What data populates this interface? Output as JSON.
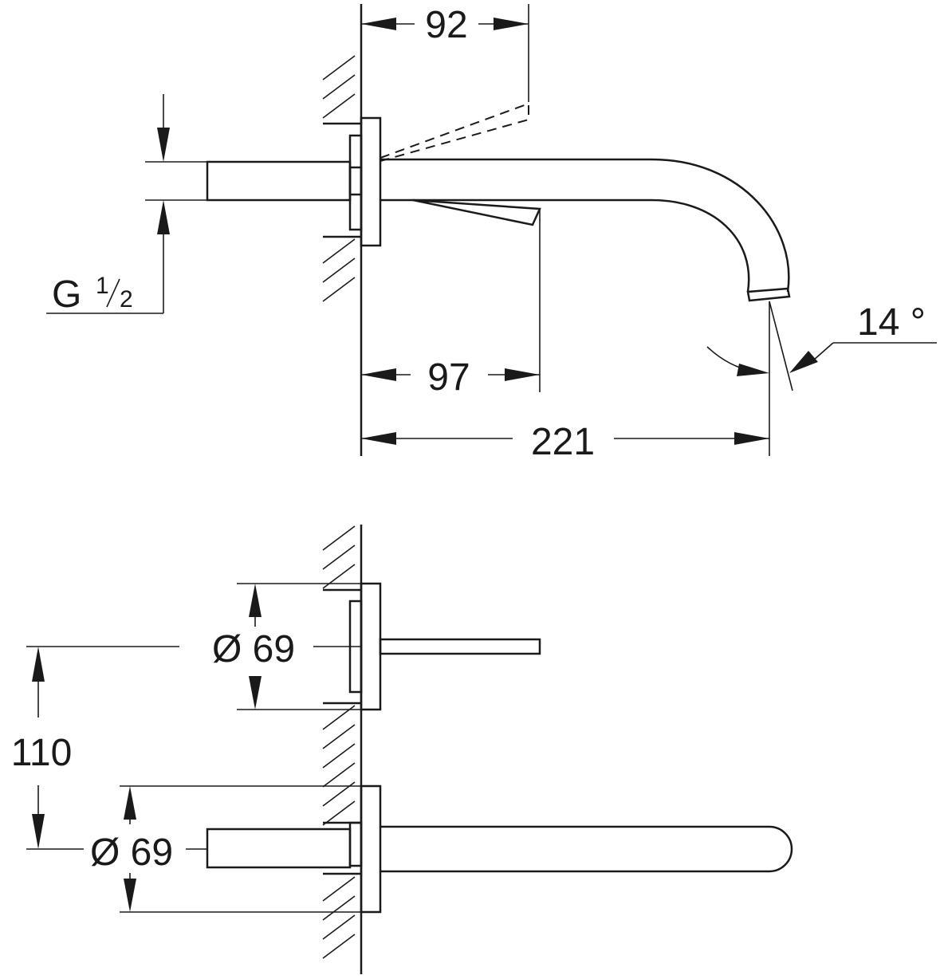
{
  "dimensions": {
    "top_offset": "92",
    "lever_reach": "97",
    "spout_reach": "221",
    "spout_angle": "14 °",
    "thread_prefix": "G",
    "thread_num": "1",
    "thread_den": "2",
    "rosette_upper": "Ø 69",
    "rosette_lower": "Ø 69",
    "centre_distance": "110"
  }
}
